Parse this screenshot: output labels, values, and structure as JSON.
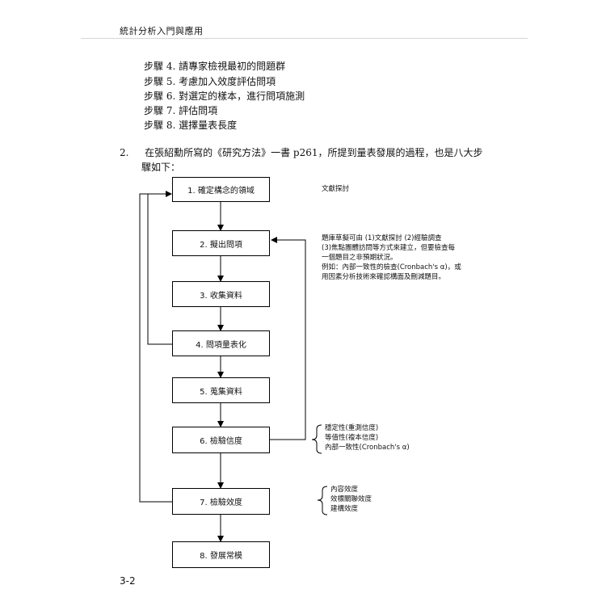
{
  "header": {
    "title": "統計分析入門與應用"
  },
  "steps": [
    "步驟 4.  請專家檢視最初的問題群",
    "步驟 5.  考慮加入效度評估問項",
    "步驟 6.  對選定的樣本，進行問項施測",
    "步驟 7.  評估問項",
    "步驟 8.  選擇量表長度"
  ],
  "paragraph": {
    "number": "2.",
    "line1": "在張紹勳所寫的《研究方法》一書  p261，所提到量表發展的過程，也是八大步",
    "line2": "驟如下："
  },
  "flowchart": {
    "boxes": [
      "1.  確定構念的領域",
      "2.  擬出問項",
      "3.  收集資料",
      "4.  問項量表化",
      "5.  蒐集資料",
      "6.  檢驗信度",
      "7.  檢驗效度",
      "8.  發展常模"
    ],
    "notes": {
      "literature": "文獻探討",
      "items_lines": [
        "題庫草擬可由  (1)文獻探討  (2)經驗調查",
        "(3)焦點團體訪問等方式來建立，但要檢查每",
        "一個題目之非預期狀況。",
        "例如：內部一致性的檢查(Cronbach's α)，或",
        "用因素分析技術來確認構面及刪減題目。"
      ],
      "reliability_lines": [
        "穩定性(重測信度)",
        "等值性(複本信度)",
        "內部一致性(Cronbach's α)"
      ],
      "validity_lines": [
        "內容效度",
        "效標關聯效度",
        "建構效度"
      ]
    }
  },
  "page_number": "3-2"
}
